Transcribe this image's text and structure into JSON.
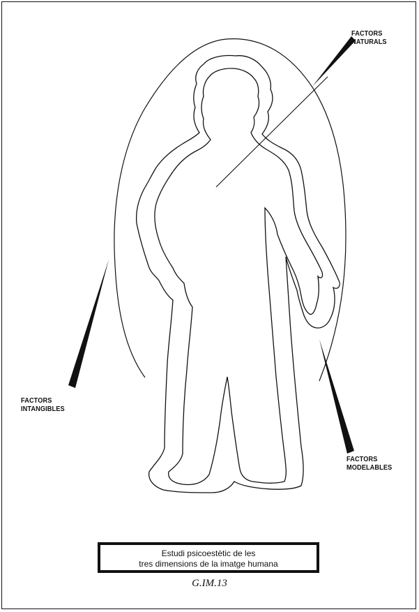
{
  "labels": {
    "natural": [
      "FACTORS",
      "NATURALS"
    ],
    "intangible": [
      "FACTORS",
      "INTANGIBLES"
    ],
    "modelable": [
      "FACTORS",
      "MODELABLES"
    ]
  },
  "caption": {
    "line1": "Estudi psicoestètic de les",
    "line2": "tres dimensions de la imatge humana"
  },
  "figure_code": "G.IM.13"
}
